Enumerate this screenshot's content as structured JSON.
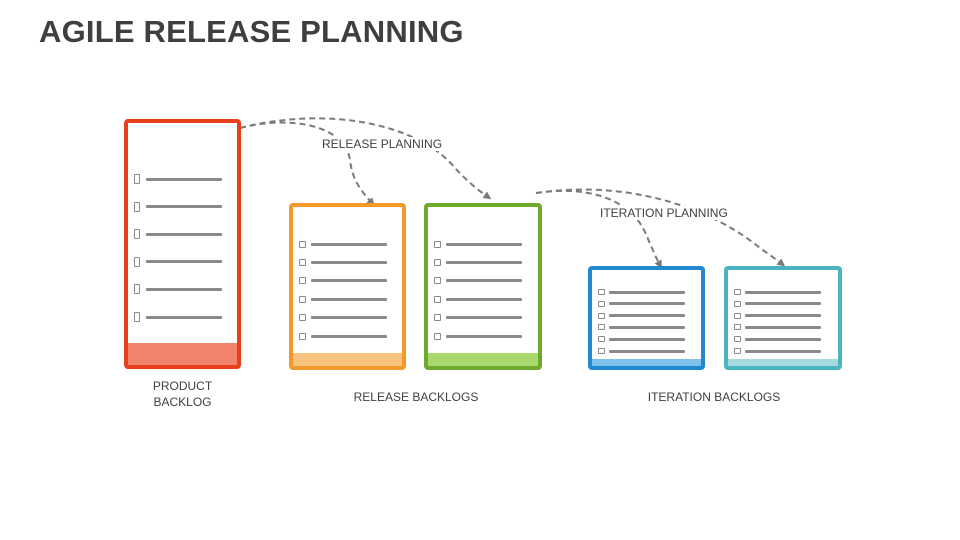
{
  "title": "AGILE RELEASE PLANNING",
  "labels": {
    "product_backlog_line1": "PRODUCT",
    "product_backlog_line2": "BACKLOG",
    "release_backlogs": "RELEASE BACKLOGS",
    "iteration_backlogs": "ITERATION BACKLOGS",
    "release_planning": "RELEASE PLANNING",
    "iteration_planning": "ITERATION PLANNING"
  },
  "colors": {
    "product": "#e8401c",
    "product_bar": "#f1826c",
    "release_orange": "#f39a2b",
    "release_orange_bar": "#f8c27f",
    "release_green": "#6eaa2e",
    "release_green_bar": "#a8d86e",
    "iteration_blue": "#2189d0",
    "iteration_blue_bar": "#7ec1ea",
    "iteration_teal": "#4bb4c1",
    "iteration_teal_bar": "#a5d8df",
    "arrow": "#7a7a7a"
  },
  "icons": {
    "checkbox": "checkbox-icon",
    "arrow": "dashed-arrow-icon"
  }
}
